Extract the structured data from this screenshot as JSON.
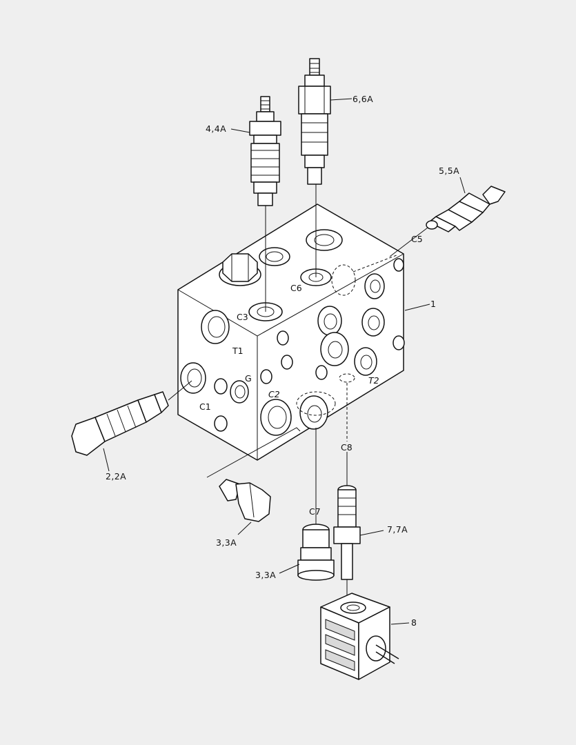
{
  "callouts": {
    "block": "1",
    "relief_valve_left": "2,2A",
    "plug_lower": "3,3A",
    "plug_c7": "3,3A",
    "cartridge_c3": "4,4A",
    "cartridge_c5": "5,5A",
    "cartridge_c6": "6,6A",
    "solenoid_valve": "7,7A",
    "coil": "8"
  },
  "ports": {
    "c1": "C1",
    "c2": "C2",
    "c3": "C3",
    "c5": "C5",
    "c6": "C6",
    "c7": "C7",
    "c8": "C8",
    "t1": "T1",
    "t2": "T2",
    "g": "G"
  }
}
